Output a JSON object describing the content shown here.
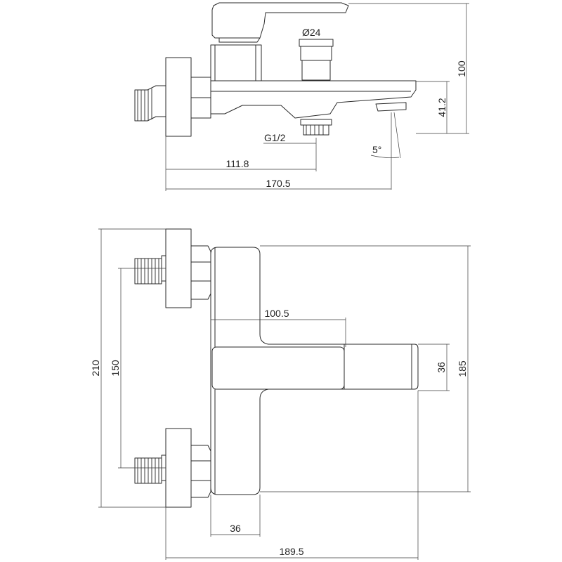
{
  "side_view": {
    "dimensions": {
      "spout_diameter": "Ø24",
      "total_height": "100",
      "spout_height": "41.2",
      "inlet_thread": "G1/2",
      "angle": "5°",
      "inlet_offset": "111.8",
      "total_length": "170.5"
    }
  },
  "top_view": {
    "dimensions": {
      "inlet_span": "210",
      "center_distance": "150",
      "spout_reach": "100.5",
      "spout_width": "36",
      "body_height": "185",
      "body_width": "36",
      "total_width": "189.5"
    }
  }
}
